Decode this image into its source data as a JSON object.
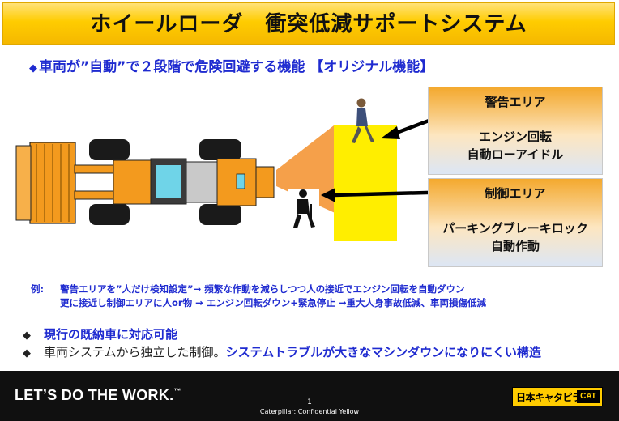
{
  "title": "ホイールローダ　衝突低減サポートシステム",
  "headline": "車両が”自動”で２段階で危険回避する機能 【オリジナル機能】",
  "warning_area": {
    "title": "警告エリア",
    "line1": "エンジン回転",
    "line2": "自動ローアイドル"
  },
  "control_area": {
    "title": "制御エリア",
    "line1": "パーキングブレーキロック",
    "line2": "自動作動"
  },
  "example": {
    "label": "例:",
    "line1": "警告エリアを”人だけ検知設定”→ 頻繁な作動を減らしつつ人の接近でエンジン回転を自動ダウン",
    "line2": "更に接近し制御エリアに人or物 → エンジン回転ダウン+緊急停止 →重大人身事故低減、車両損傷低減"
  },
  "bullets": {
    "b1": "現行の既納車に対応可能",
    "b2_plain": "車両システムから独立した制御。",
    "b2_highlight": "システムトラブルが大きなマシンダウンになりにくい構造"
  },
  "footer": {
    "slogan": "LET’S DO THE WORK.",
    "slogan_tm": "™",
    "page_number": "1",
    "confidential": "Caterpillar:  Confidential Yellow",
    "brand": "日本キャタピラー",
    "brand_mark": "CAT"
  },
  "colors": {
    "accent_blue": "#1f2bd0",
    "caution_yellow": "#ffee00",
    "loader_orange": "#f39a1e",
    "zone_orange": "#f5a04a"
  }
}
